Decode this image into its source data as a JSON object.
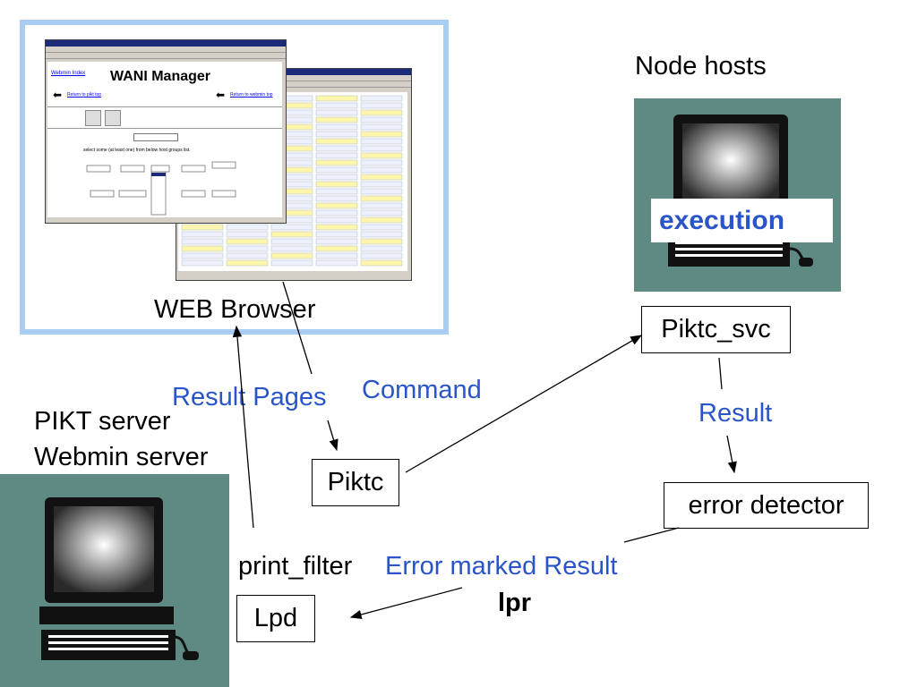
{
  "browser": {
    "caption": "WEB Browser",
    "app_title": "WANI Manager",
    "links": {
      "index": "Webmin Index",
      "return_pikt": "Return to pikt top",
      "return_webmin": "Return to webmin top"
    },
    "select_text": "select some (at least one) from below host groups list."
  },
  "node_hosts": {
    "title": "Node hosts",
    "execution": "execution"
  },
  "server": {
    "line1": "PIKT server",
    "line2": "Webmin server"
  },
  "boxes": {
    "piktc": "Piktc",
    "piktc_svc": "Piktc_svc",
    "error_detector": "error detector",
    "lpd": "Lpd"
  },
  "labels": {
    "result_pages": "Result Pages",
    "command": "Command",
    "result": "Result",
    "print_filter": "print_filter",
    "error_marked_result": "Error marked Result",
    "lpr": "lpr"
  },
  "colors": {
    "blue_label": "#2a55c8",
    "frame": "#a9cdf3",
    "teal": "#5f8a84"
  },
  "icons": [
    "computer-icon"
  ]
}
